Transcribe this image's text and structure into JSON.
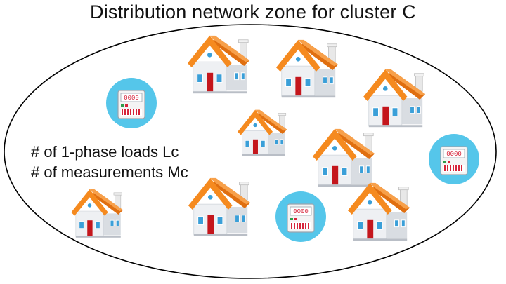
{
  "title": "Distribution network zone for cluster C",
  "zone_labels": {
    "loads": "# of 1-phase loads Lc",
    "measurements": "# of measurements Mc"
  },
  "meter_display": "0000",
  "colors": {
    "roof": "#f58a1f",
    "roof_dark": "#e06f10",
    "wall": "#eef0f3",
    "door": "#c4161c",
    "window": "#3a9fd8",
    "meter_badge": "#55c6ea",
    "meter_digits": "#d6243a",
    "outline": "#000000"
  },
  "icons": {
    "house": "house-icon",
    "meter": "smart-meter-icon"
  }
}
